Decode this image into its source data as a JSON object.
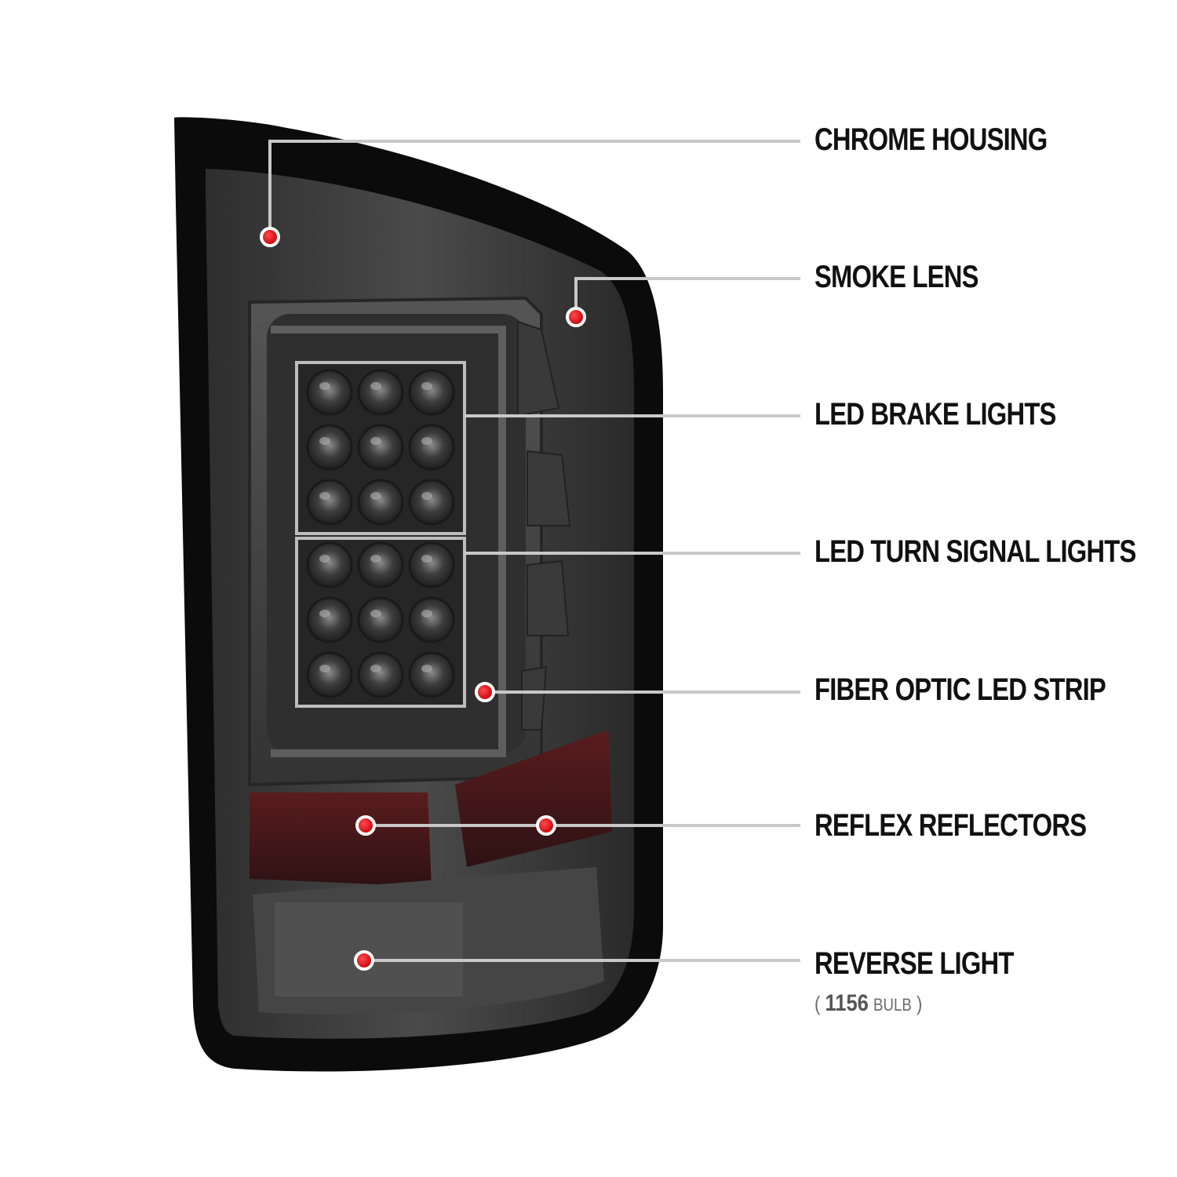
{
  "callouts": [
    {
      "label": "CHROME HOUSING"
    },
    {
      "label": "SMOKE LENS"
    },
    {
      "label": "LED BRAKE LIGHTS"
    },
    {
      "label": "LED TURN SIGNAL LIGHTS"
    },
    {
      "label": "FIBER OPTIC LED STRIP"
    },
    {
      "label": "REFLEX REFLECTORS"
    },
    {
      "label": "REVERSE LIGHT"
    }
  ],
  "reverse_light_note": {
    "open": "(",
    "number": "1156",
    "unit": "BULB",
    "close": ")"
  },
  "colors": {
    "marker": "#e8101a",
    "leader_line": "#c8c8c8",
    "lens": "#3a3a3a",
    "bezel": "#0b0b0b",
    "reflector": "#4a1a1c"
  }
}
